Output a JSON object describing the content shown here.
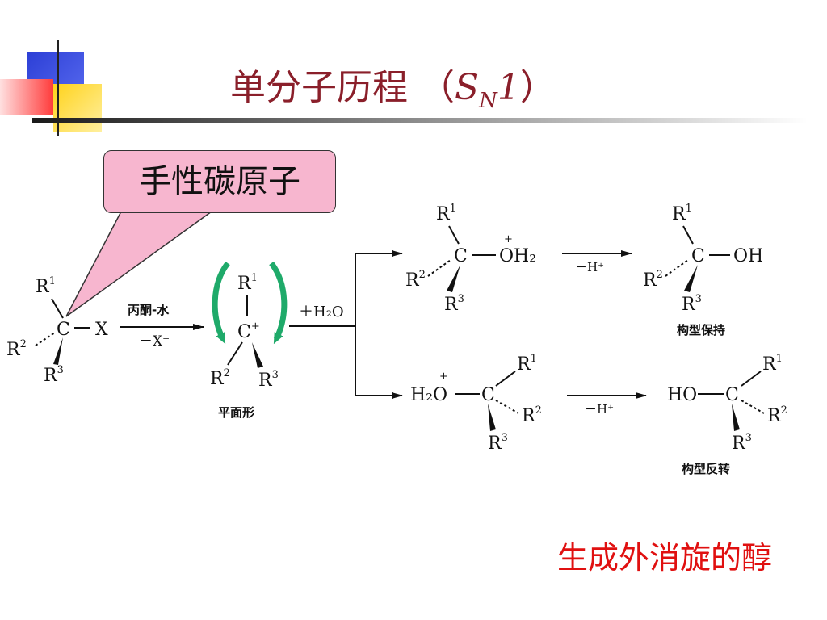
{
  "slide": {
    "title_cn": "单分子历程",
    "title_paren_open": "（",
    "title_sn": "S",
    "title_sub": "N",
    "title_one": "1",
    "title_paren_close": "）",
    "callout": "手性碳原子",
    "conclusion": "生成外消旋的醇"
  },
  "scheme": {
    "r": "R",
    "r1": "1",
    "r2": "2",
    "r3": "3",
    "c": "C",
    "x": "X",
    "plus": "+",
    "reagent_top": "丙酮-水",
    "reagent_bottom": "－X⁻",
    "plus_water": "＋H₂O",
    "oh2": "OH₂",
    "h2o": "H₂O",
    "minus_h": "－H⁺",
    "oh": "OH",
    "ho": "HO",
    "planar_label": "平面形",
    "retention_label": "构型保持",
    "inversion_label": "构型反转"
  },
  "colors": {
    "title": "#8a1f2a",
    "callout_fill": "#f7b6cf",
    "conclusion": "#e01010",
    "curved_arrow": "#1faa6a",
    "deco_blue": "#2c3fd6",
    "deco_red": "#ff3b3b",
    "deco_yellow": "#ffd21a"
  }
}
